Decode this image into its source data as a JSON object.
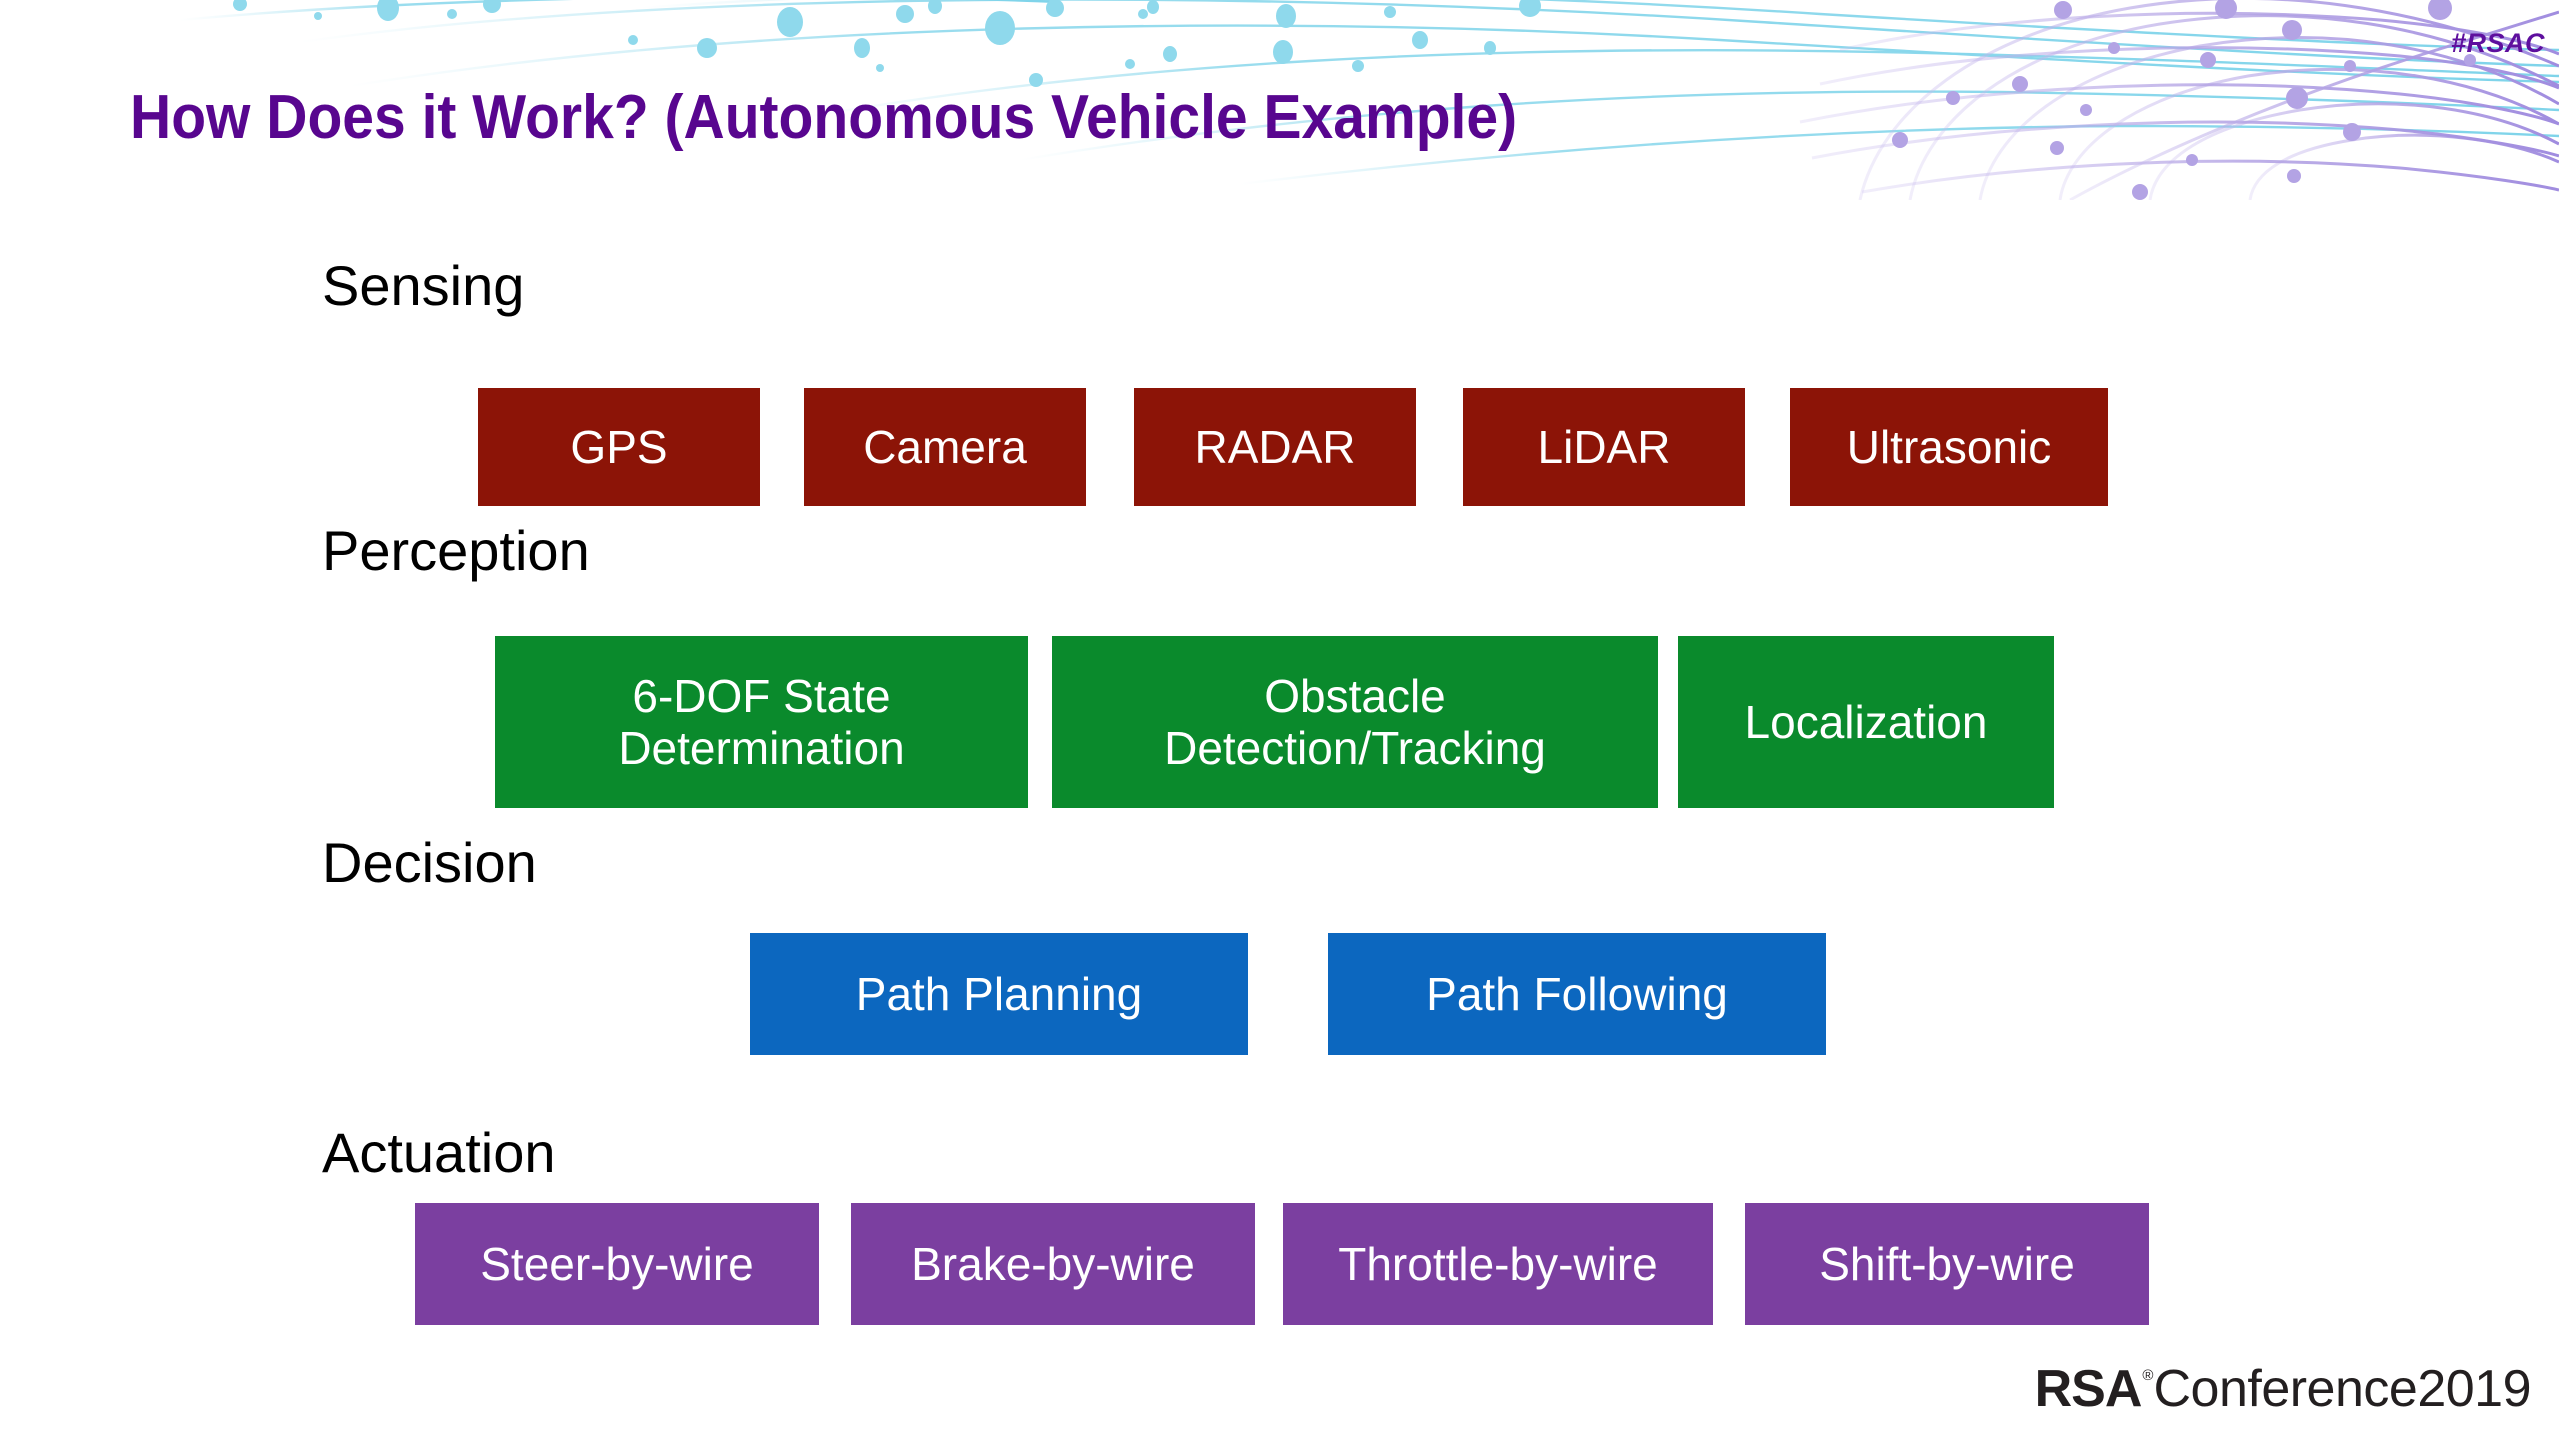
{
  "slide": {
    "title": "How Does it Work?  (Autonomous Vehicle Example)",
    "hashtag": "#RSAC",
    "background_color": "#FFFFFF",
    "title_color": "#58068F"
  },
  "decoration": {
    "cyan_swoosh_color": "#9EDDEC",
    "purple_network_color": "#B3A3E0"
  },
  "sections": [
    {
      "label": "Sensing",
      "color": "#8C1407",
      "boxes": [
        {
          "label": "GPS"
        },
        {
          "label": "Camera"
        },
        {
          "label": "RADAR"
        },
        {
          "label": "LiDAR"
        },
        {
          "label": "Ultrasonic"
        }
      ]
    },
    {
      "label": "Perception",
      "color": "#0A8A2C",
      "boxes": [
        {
          "label": "6-DOF State\nDetermination"
        },
        {
          "label": "Obstacle\nDetection/Tracking"
        },
        {
          "label": "Localization"
        }
      ]
    },
    {
      "label": "Decision",
      "color": "#0C67BF",
      "boxes": [
        {
          "label": "Path Planning"
        },
        {
          "label": "Path Following"
        }
      ]
    },
    {
      "label": "Actuation",
      "color": "#7B3FA0",
      "boxes": [
        {
          "label": "Steer-by-wire"
        },
        {
          "label": "Brake-by-wire"
        },
        {
          "label": "Throttle-by-wire"
        },
        {
          "label": "Shift-by-wire"
        }
      ]
    }
  ],
  "footer": {
    "logo_mark": "RSA",
    "logo_registered": "®",
    "logo_word": "Conference2019"
  }
}
